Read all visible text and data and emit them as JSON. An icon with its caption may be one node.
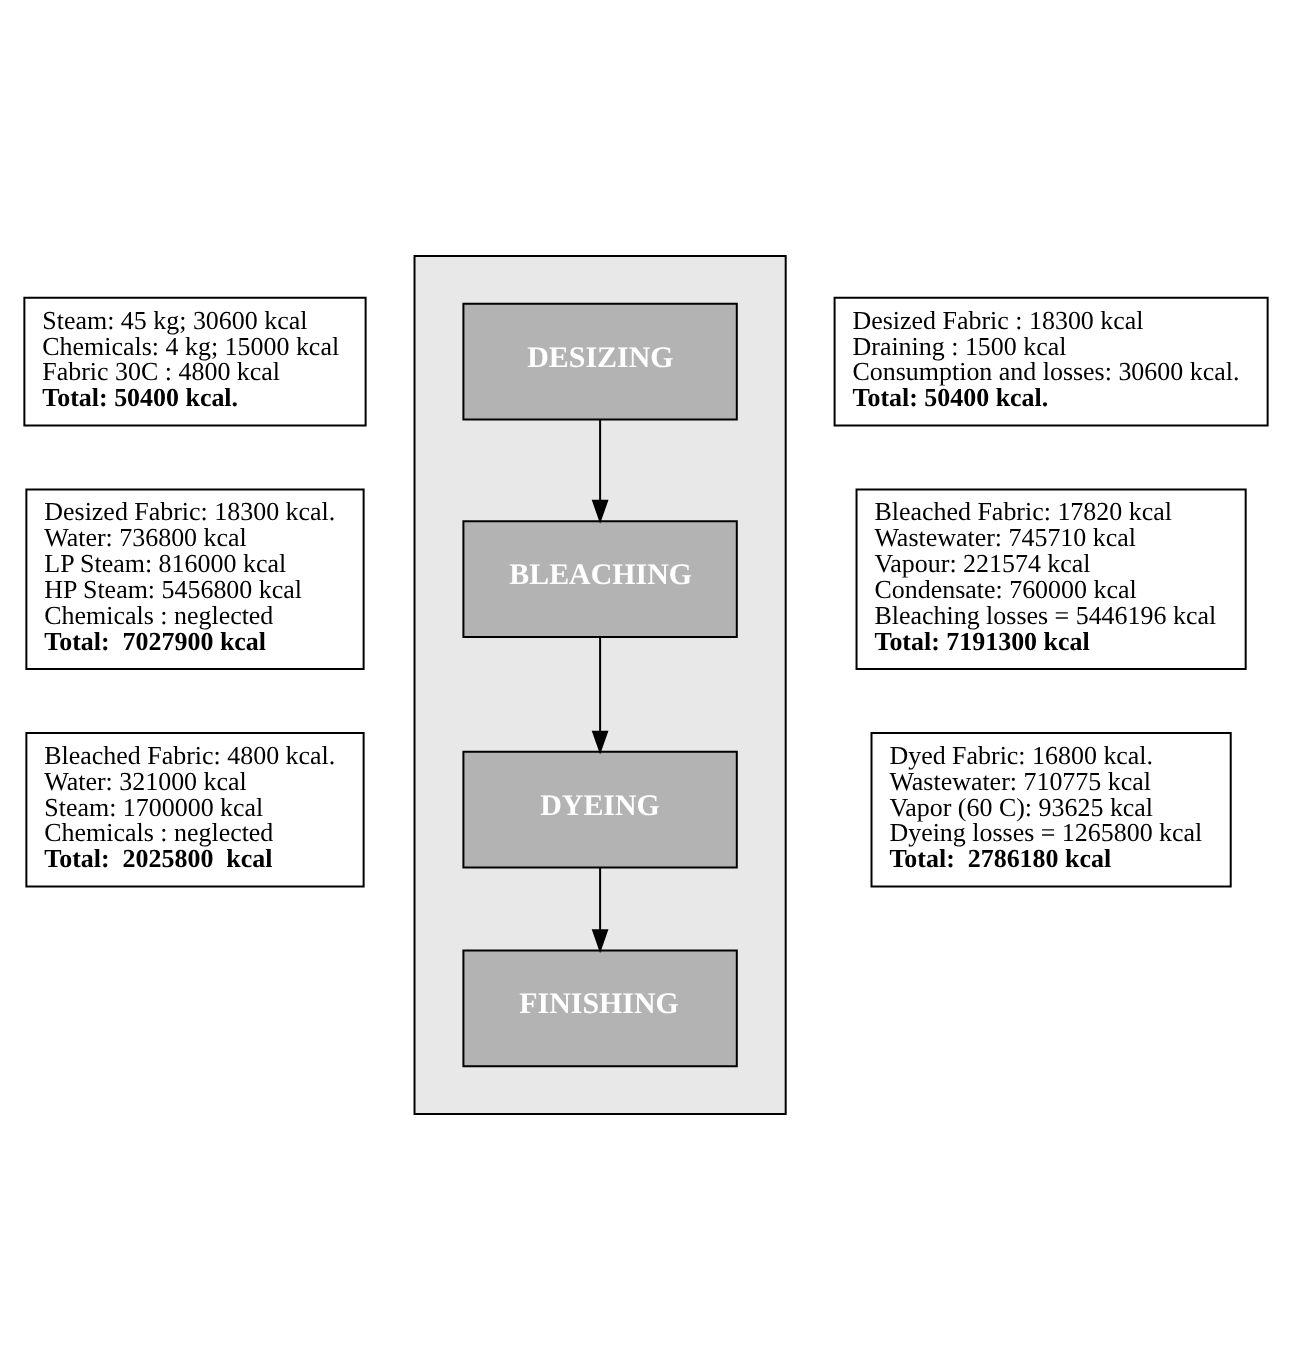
{
  "diagram": {
    "nodes": [
      {
        "text": [],
        "shape": "box"
      },
      {
        "text": [
          "DESIZING"
        ],
        "in": 0
      },
      {
        "text": [
          "BLEACHING"
        ],
        "in": 0
      },
      {
        "text": [
          "DYEING"
        ],
        "in": 0
      },
      {
        "text": [
          "FINISHING"
        ],
        "in": 0
      },
      {
        "text": [
          "Steam: 45 kg; 30600 kcal",
          "Chemicals: 4 kg; 15000 kcal",
          "Fabric 30C : 4800 kcal",
          "Total: 50400 kcal."
        ]
      },
      {
        "text": [
          "Desized Fabric : 18300 kcal",
          "Draining : 1500 kcal",
          "Consumption and losses: 30600 kcal.",
          "Total: 50400 kcal."
        ]
      },
      {
        "text": [
          "Desized Fabric: 18300 kcal.",
          "Water: 736800 kcal",
          "LP Steam: 816000 kcal",
          "HP Steam: 5456800 kcal",
          "Chemicals : neglected",
          "Total:  7027900 kcal"
        ]
      },
      {
        "text": [
          "Bleached Fabric: 17820 kcal",
          "Wastewater: 745710 kcal",
          "Vapour: 221574 kcal",
          "Condensate: 760000 kcal",
          "Bleaching losses = 5446196 kcal",
          "Total: 7191300 kcal"
        ]
      },
      {
        "text": [
          "Bleached Fabric: 4800 kcal.",
          "Water: 321000 kcal",
          "Steam: 1700000 kcal",
          "Chemicals : neglected",
          "Total:  2025800  kcal"
        ]
      },
      {
        "text": [
          "Dyed Fabric: 16800 kcal.",
          "Wastewater: 710775 kcal",
          "Vapor (60 C): 93625 kcal",
          "Dyeing losses = 1265800 kcal",
          "Total:  2786180 kcal"
        ]
      }
    ],
    "edges": [
      {
        "from": 1,
        "to": 2,
        "arrow": "to"
      },
      {
        "from": 2,
        "to": 3,
        "arrow": "to"
      },
      {
        "from": 3,
        "to": 4,
        "arrow": "to"
      }
    ]
  }
}
